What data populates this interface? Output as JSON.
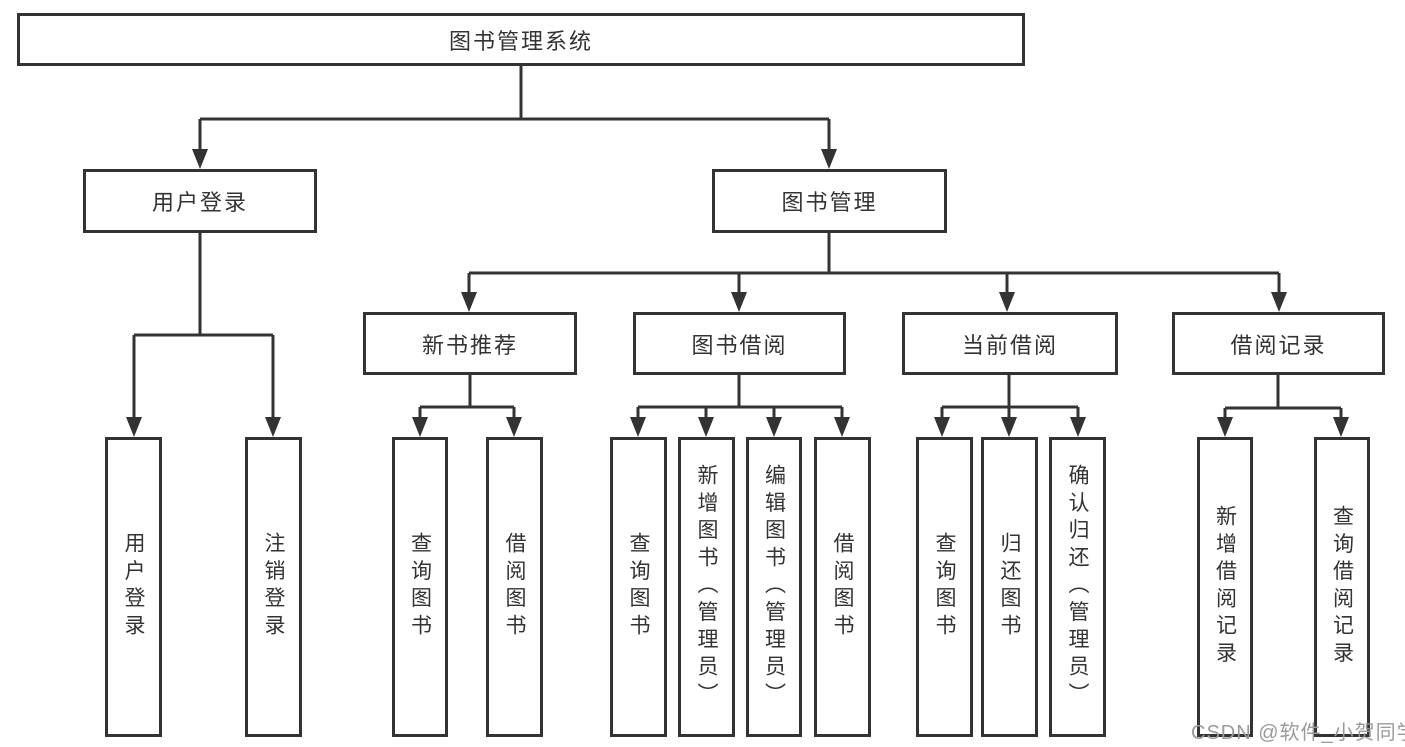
{
  "diagram": {
    "title": "图书管理系统",
    "nodes": {
      "root": "图书管理系统",
      "user_login_branch": "用户登录",
      "book_mgmt_branch": "图书管理",
      "login": "用户登录",
      "logout": "注销登录",
      "new_book_rec": "新书推荐",
      "book_borrow": "图书借阅",
      "current_borrow": "当前借阅",
      "borrow_records": "借阅记录",
      "nbr_query_book": "查询图书",
      "nbr_borrow_book": "借阅图书",
      "bb_query_book": "查询图书",
      "bb_add_book": "新增图书（管理员）",
      "bb_edit_book": "编辑图书（管理员）",
      "bb_borrow_book": "借阅图书",
      "cb_query_book": "查询图书",
      "cb_return_book": "归还图书",
      "cb_confirm_return": "确认归还（管理员）",
      "br_add_record": "新增借阅记录",
      "br_query_record": "查询借阅记录"
    },
    "colors": {
      "line": "#333333",
      "box_border": "#333333",
      "text": "#333333",
      "background": "#ffffff",
      "watermark_text": "#9a9a9a"
    }
  },
  "watermark": {
    "text": "CSDN @软件_小贺同学"
  }
}
